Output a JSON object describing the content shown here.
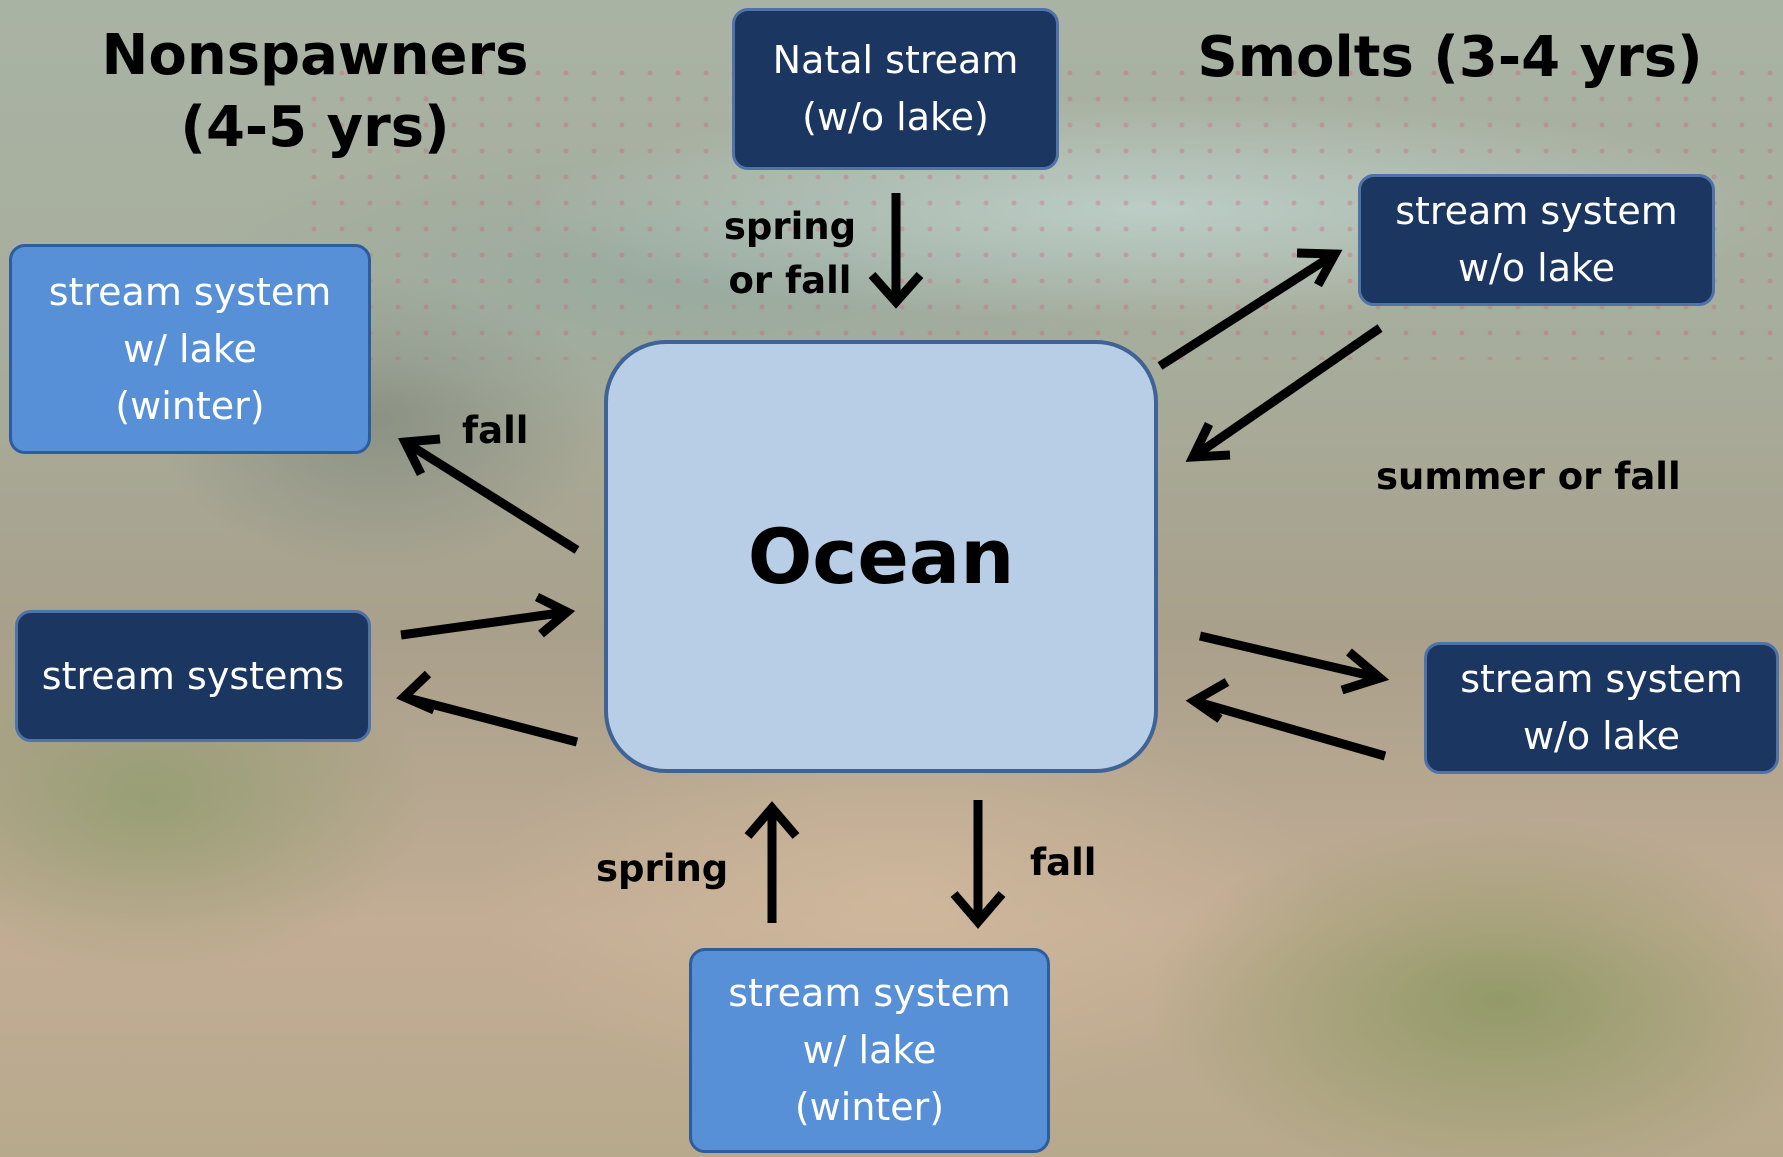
{
  "headings": {
    "nonspawners_line1": "Nonspawners",
    "nonspawners_line2": "(4-5 yrs)",
    "smolts": "Smolts (3-4 yrs)"
  },
  "ocean": {
    "label": "Ocean"
  },
  "boxes": {
    "natal": {
      "line1": "Natal stream",
      "line2": "(w/o lake)"
    },
    "left_top": {
      "line1": "stream system",
      "line2": "w/ lake",
      "line3": "(winter)"
    },
    "left_mid": {
      "line1": "stream systems"
    },
    "right_top": {
      "line1": "stream system",
      "line2": "w/o lake"
    },
    "right_mid": {
      "line1": "stream system",
      "line2": "w/o lake"
    },
    "bottom": {
      "line1": "stream system",
      "line2": "w/ lake",
      "line3": "(winter)"
    }
  },
  "labels": {
    "natal_line1": "spring",
    "natal_line2": "or fall",
    "left_fall": "fall",
    "summer_or_fall": "summer or fall",
    "spring": "spring",
    "bottom_fall": "fall"
  },
  "colors": {
    "dark_box": "#1b3660",
    "light_box": "#5890d8",
    "ocean": "#b8cde6",
    "arrow": "#000000"
  }
}
